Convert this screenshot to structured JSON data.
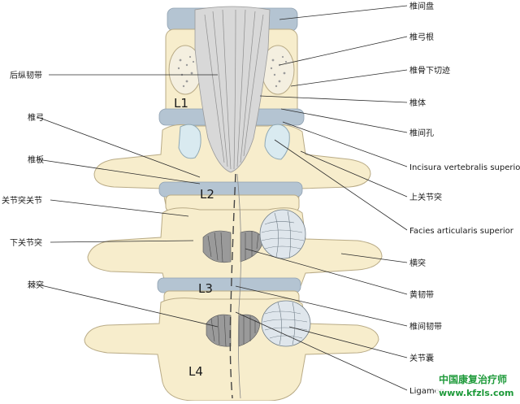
{
  "labels": {
    "disc": "椎间盘",
    "pedicle": "椎弓根",
    "inferior_notch": "椎骨下切迹",
    "body": "椎体",
    "foramen": "椎间孔",
    "incisura": "Incisura vertebralis superior",
    "superior_process": "上关节突",
    "facies": "Facies articularis superior",
    "transverse": "横突",
    "flavum": "黄韧带",
    "interspinous": "椎间韧带",
    "capsule": "关节囊",
    "ligament_cut": "Ligamen",
    "posterior_longitudinal": "后纵韧带",
    "arch": "椎弓",
    "lamina": "椎板",
    "articular_joint": "关节突关节",
    "inferior_process": "下关节突",
    "spinous": "棘突"
  },
  "levels": {
    "l1": "L1",
    "l2": "L2",
    "l3": "L3",
    "l4": "L4"
  },
  "watermark": {
    "title": "中国康复治疗师",
    "url": "www.kfzls.com"
  },
  "colors": {
    "bone": "#f7edcc",
    "disc": "#b4c4d2",
    "ligament": "#d8d8d8",
    "flavum": "#9a9a9a",
    "watermark": "#1e9a3a"
  }
}
